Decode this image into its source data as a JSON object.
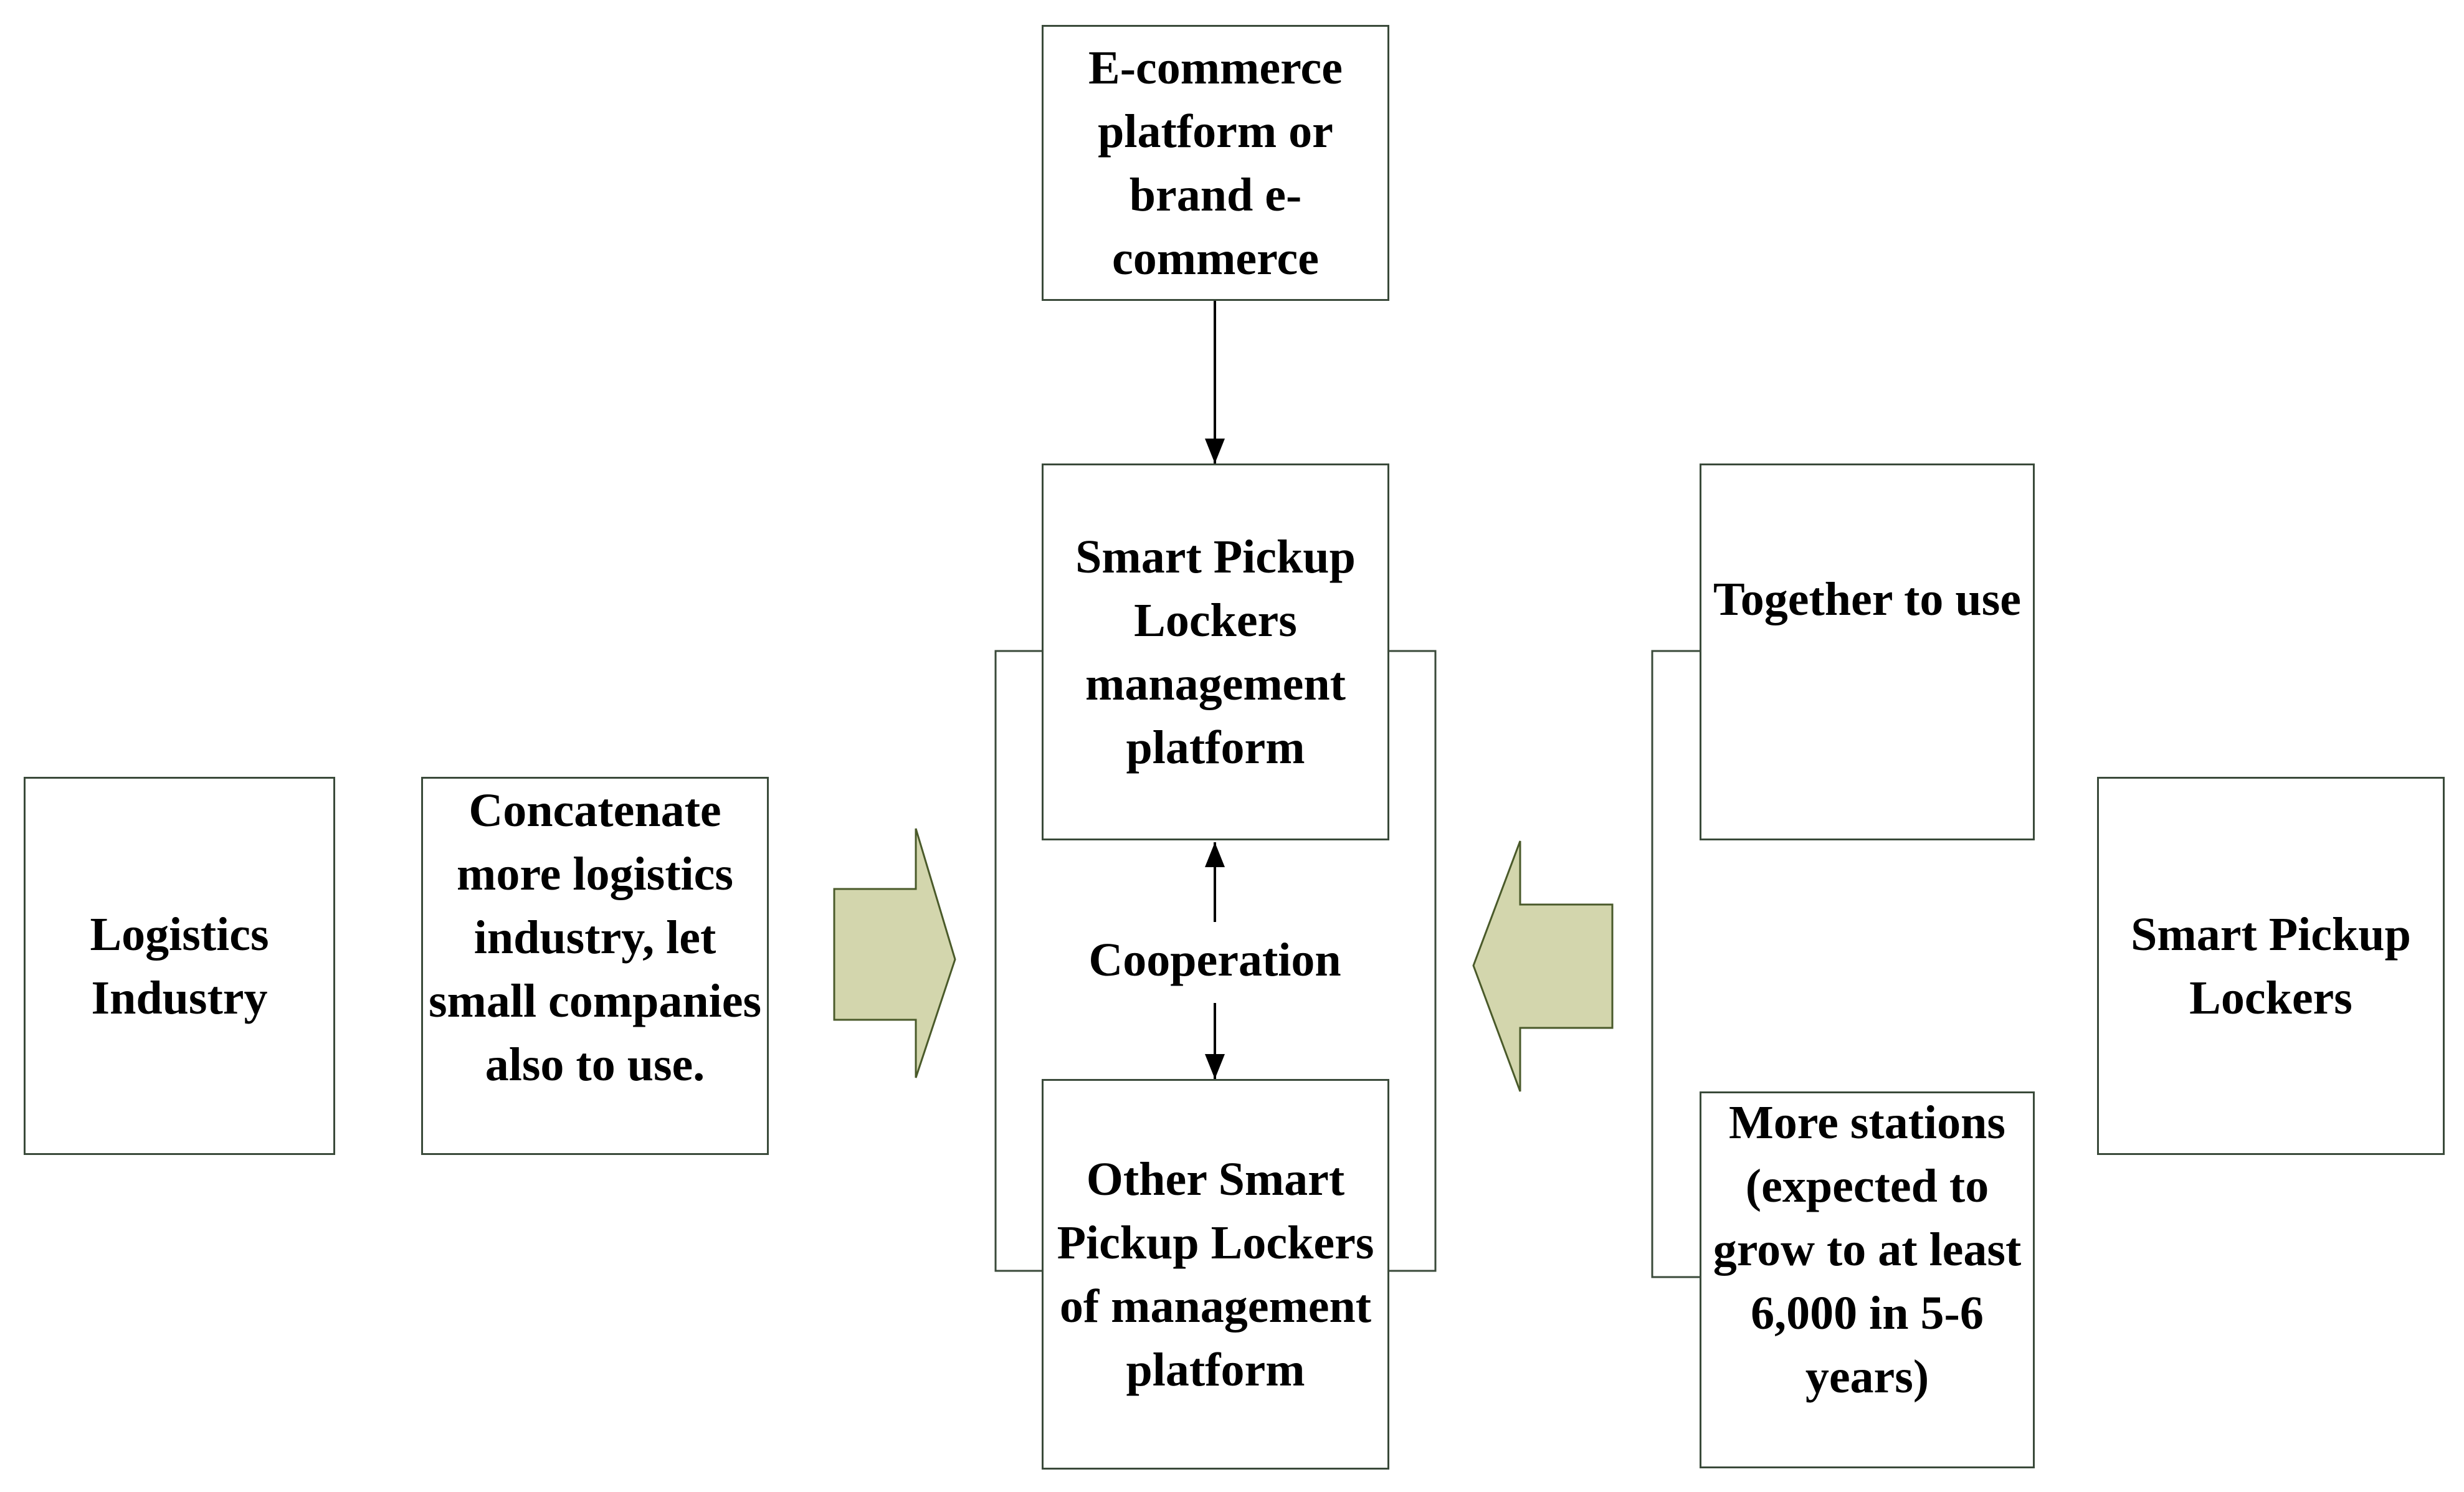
{
  "colors": {
    "box_border": "#3a4a3a",
    "arrow_fill": "#d3d6ad",
    "arrow_stroke": "#4a5a2a",
    "line": "#000000"
  },
  "nodes": {
    "ecommerce": "E-commerce platform or brand e-commerce",
    "smart_platform": "Smart Pickup Lockers management platform",
    "other_platform": "Other Smart Pickup Lockers of management platform",
    "logistics_industry": "Logistics Industry",
    "concatenate": "Concatenate more logistics industry, let small companies also to use.",
    "together": "Together to use",
    "more_stations": "More stations (expected to grow to at least 6,000 in 5-6 years)",
    "smart_lockers": "Smart Pickup Lockers"
  },
  "edges": {
    "cooperation": "Cooperation"
  }
}
